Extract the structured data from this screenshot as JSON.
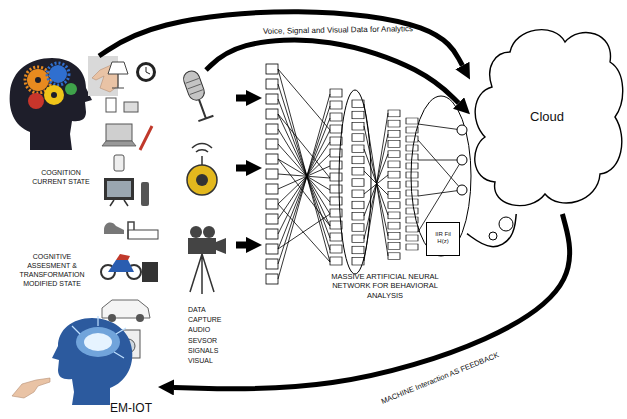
{
  "diagram": {
    "nodes": [
      {
        "text": [
          "COGNITION CURRENT STATE"
        ]
      },
      {
        "text": [
          "DATA CAPTURE AUDIO SEVSOR SIGNALS VISUAL"
        ]
      },
      {
        "text": [
          "MASSIVE ARTIFICIAL NEURAL NETWORK FOR BEHAVIORAL ANALYSIS"
        ]
      },
      {
        "text": [
          "IIR Fil",
          "H(z)"
        ],
        "in": 2
      },
      {
        "text": [
          "Cloud"
        ]
      },
      {
        "text": [
          "COGNITIVE ASSESMENT & TRANSFORMATION MODIFIED STATE"
        ]
      }
    ],
    "edges": [
      {
        "from": 0,
        "to": 4,
        "label": "Voice, Signal and Visual Data for Analytics",
        "arrow": "to"
      },
      {
        "from": 1,
        "to": 4,
        "arrow": "to"
      },
      {
        "from": 1,
        "to": 2,
        "arrow": "to"
      },
      {
        "from": 1,
        "to": 2,
        "arrow": "to"
      },
      {
        "from": 1,
        "to": 2,
        "arrow": "to"
      },
      {
        "from": 2,
        "to": 4,
        "arrow": "none"
      },
      {
        "from": 4,
        "to": 5,
        "label": "MACHINE Interaction AS FEEDBACK",
        "arrow": "to"
      }
    ],
    "labels": [
      "EM-IOT"
    ]
  }
}
